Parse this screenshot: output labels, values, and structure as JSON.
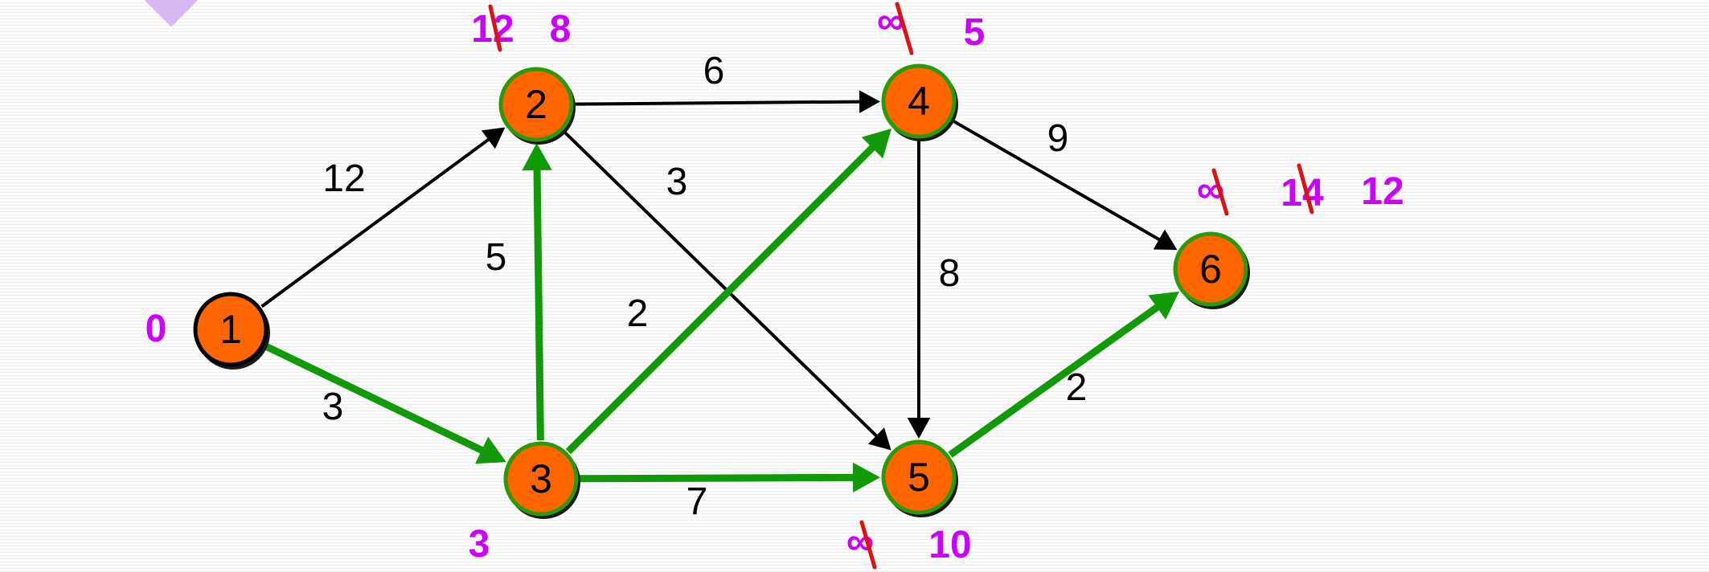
{
  "colors": {
    "node_fill": "#ff6600",
    "node_stroke_default": "#000000",
    "node_stroke_tree": "#2a9a0a",
    "edge_default": "#000000",
    "edge_tree": "#109a08",
    "distance_text": "#cc00ff",
    "strike": "#dd1111"
  },
  "nodes": [
    {
      "id": "1",
      "label": "1",
      "in_tree": false
    },
    {
      "id": "2",
      "label": "2",
      "in_tree": true
    },
    {
      "id": "3",
      "label": "3",
      "in_tree": true
    },
    {
      "id": "4",
      "label": "4",
      "in_tree": true
    },
    {
      "id": "5",
      "label": "5",
      "in_tree": true
    },
    {
      "id": "6",
      "label": "6",
      "in_tree": true
    }
  ],
  "edges": [
    {
      "from": "1",
      "to": "2",
      "weight": "12",
      "in_tree": false
    },
    {
      "from": "1",
      "to": "3",
      "weight": "3",
      "in_tree": true
    },
    {
      "from": "3",
      "to": "2",
      "weight": "5",
      "in_tree": true
    },
    {
      "from": "2",
      "to": "4",
      "weight": "6",
      "in_tree": false
    },
    {
      "from": "2",
      "to": "5",
      "weight": "3",
      "in_tree": false
    },
    {
      "from": "3",
      "to": "4",
      "weight": "2",
      "in_tree": true
    },
    {
      "from": "3",
      "to": "5",
      "weight": "7",
      "in_tree": true
    },
    {
      "from": "4",
      "to": "5",
      "weight": "8",
      "in_tree": false
    },
    {
      "from": "4",
      "to": "6",
      "weight": "9",
      "in_tree": false
    },
    {
      "from": "5",
      "to": "6",
      "weight": "2",
      "in_tree": true
    }
  ],
  "distances": {
    "1": {
      "final": "0",
      "struck": []
    },
    "2": {
      "final": "8",
      "struck": [
        "12"
      ]
    },
    "3": {
      "final": "3",
      "struck": []
    },
    "4": {
      "final": "5",
      "struck": [
        "∞"
      ]
    },
    "5": {
      "final": "10",
      "struck": [
        "∞"
      ]
    },
    "6": {
      "final": "12",
      "struck": [
        "∞",
        "14"
      ]
    }
  }
}
